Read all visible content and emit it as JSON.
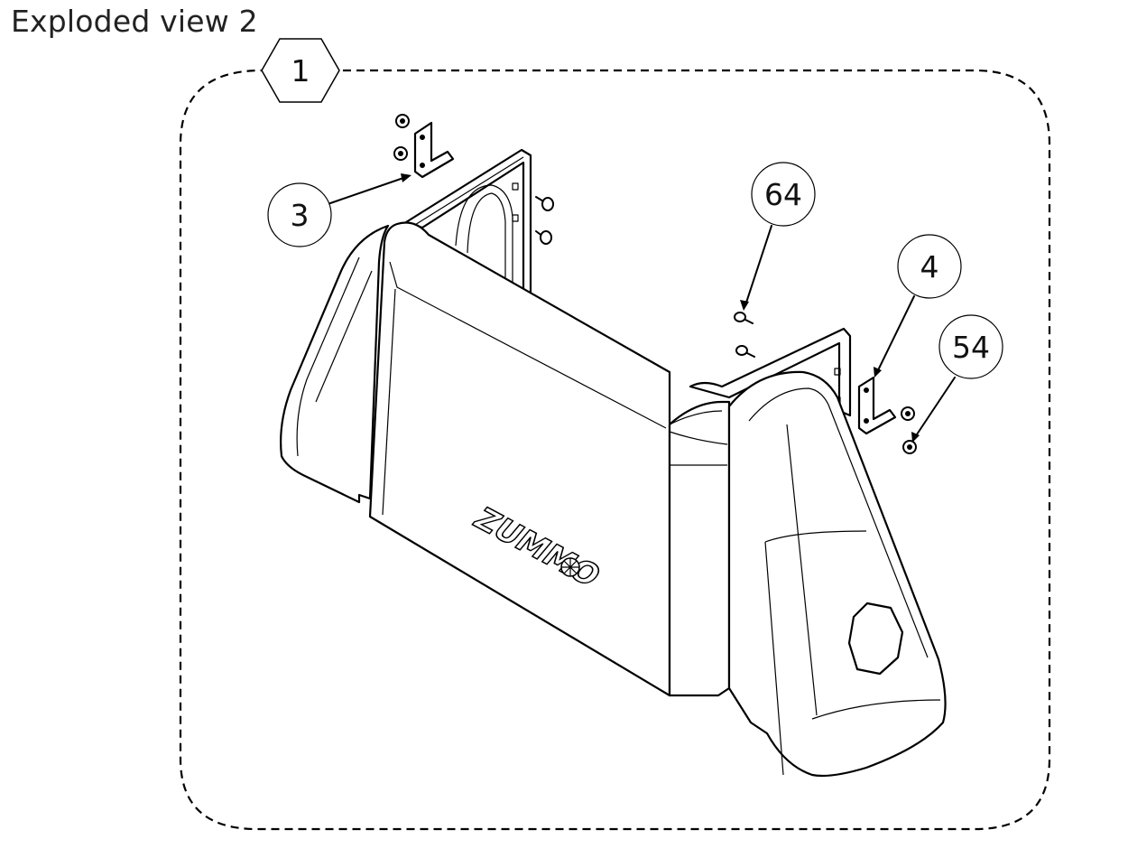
{
  "title": "Exploded view 2",
  "assembly": {
    "hex_label": "1"
  },
  "callouts": [
    {
      "id": "3",
      "label": "3"
    },
    {
      "id": "64",
      "label": "64"
    },
    {
      "id": "4",
      "label": "4"
    },
    {
      "id": "54",
      "label": "54"
    }
  ],
  "logo_text": "ZUMMO"
}
